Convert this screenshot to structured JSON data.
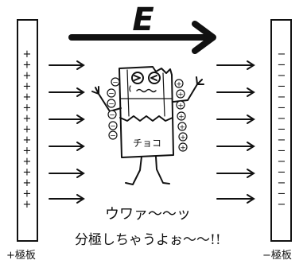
{
  "field_label": "E",
  "left_plate": {
    "label": "+極板",
    "symbol": "+",
    "symbol_count": 15
  },
  "right_plate": {
    "label": "−極板",
    "symbol": "−",
    "symbol_count": 15
  },
  "chocolate": {
    "label": "チョコ"
  },
  "shout": {
    "line1": "ウワァ〜〜ッ",
    "line2": "分極しちゃうよぉ〜〜!!"
  },
  "colors": {
    "ink": "#111111",
    "background": "#ffffff"
  }
}
